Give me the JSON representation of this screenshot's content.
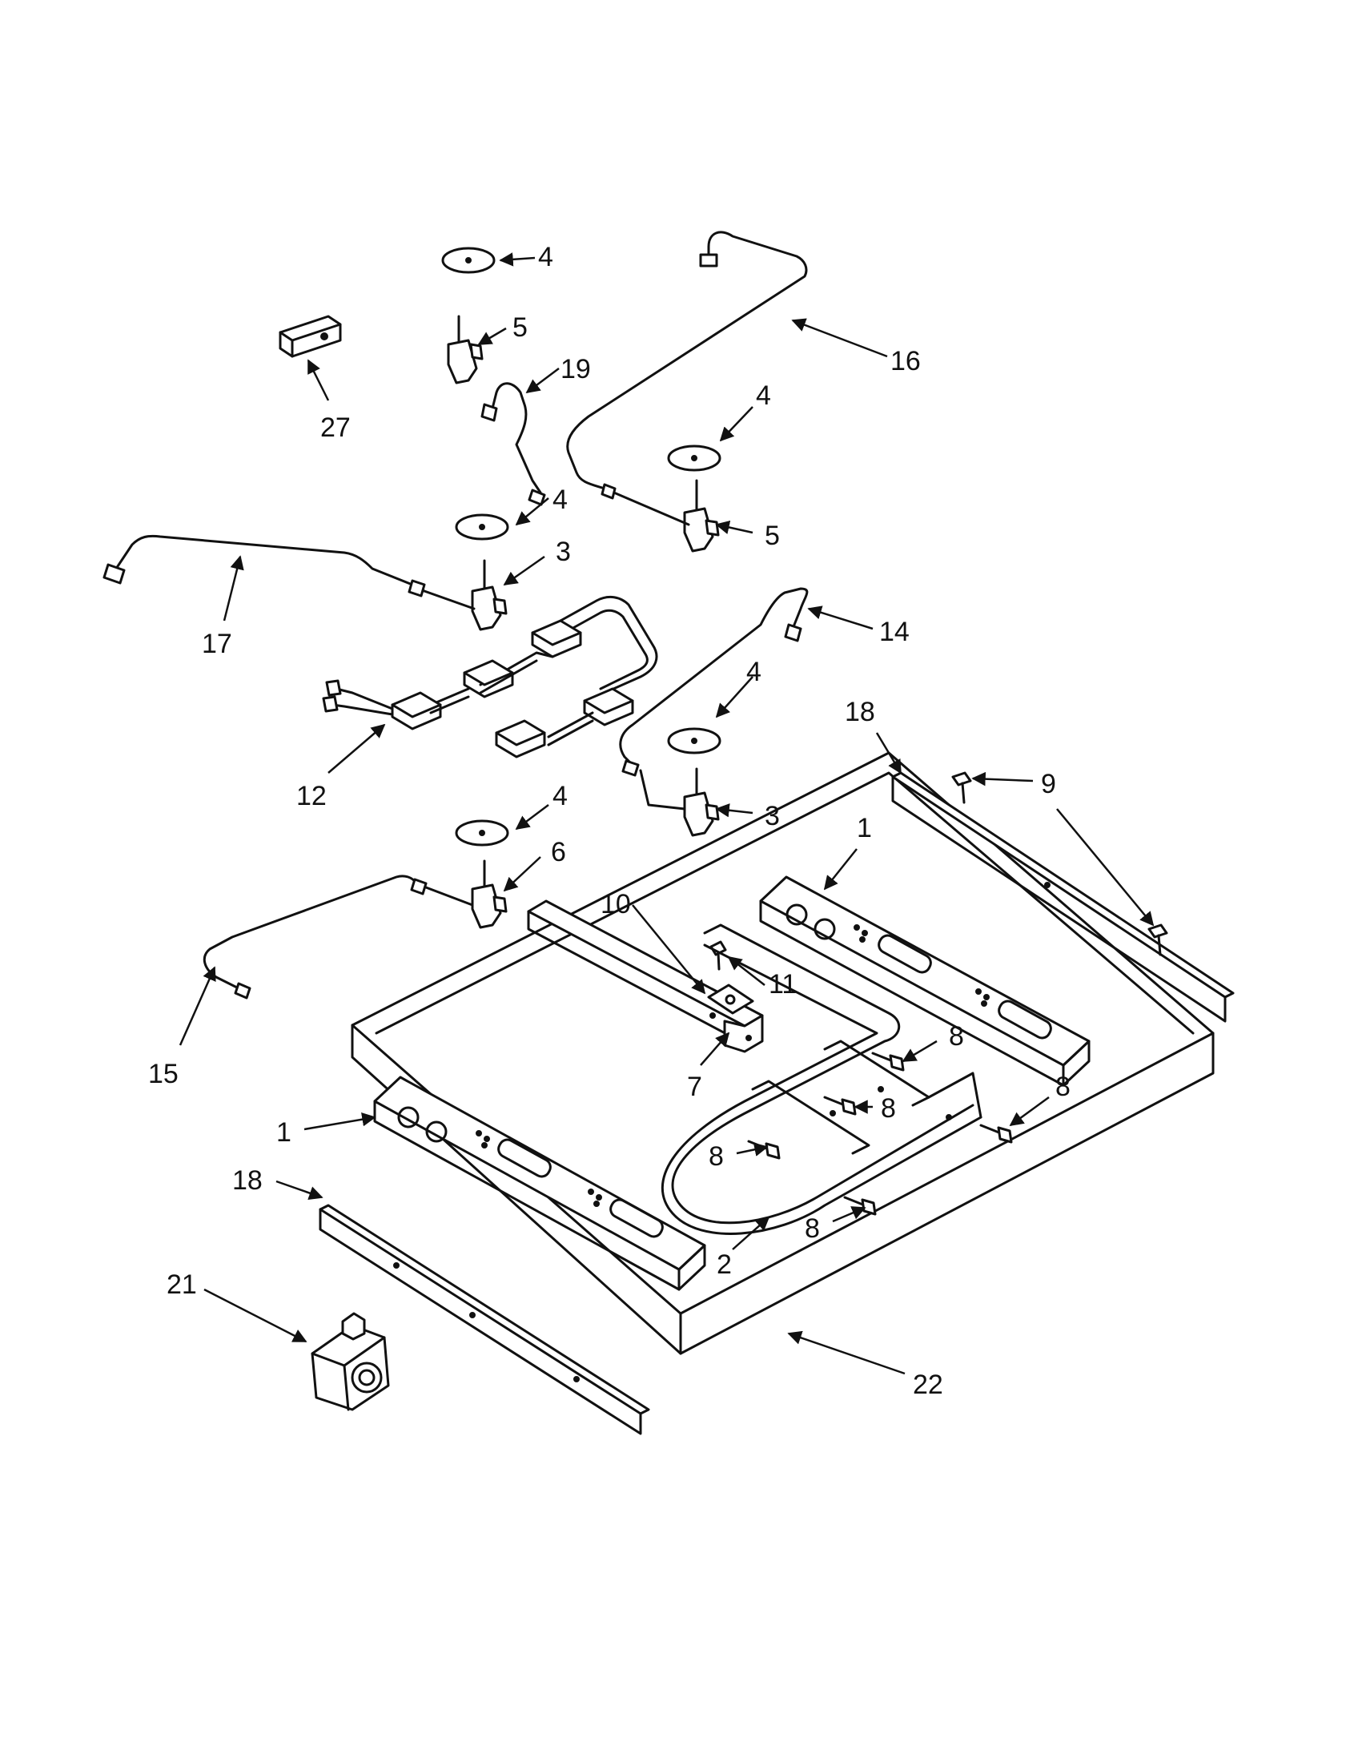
{
  "callouts": [
    {
      "id": "c4a",
      "label": "4"
    },
    {
      "id": "c5a",
      "label": "5"
    },
    {
      "id": "c16",
      "label": "16"
    },
    {
      "id": "c27",
      "label": "27"
    },
    {
      "id": "c19",
      "label": "19"
    },
    {
      "id": "c4b",
      "label": "4"
    },
    {
      "id": "c5b",
      "label": "5"
    },
    {
      "id": "c4c",
      "label": "4"
    },
    {
      "id": "c3a",
      "label": "3"
    },
    {
      "id": "c17",
      "label": "17"
    },
    {
      "id": "c14",
      "label": "14"
    },
    {
      "id": "c4d",
      "label": "4"
    },
    {
      "id": "c12",
      "label": "12"
    },
    {
      "id": "c18a",
      "label": "18"
    },
    {
      "id": "c9",
      "label": "9"
    },
    {
      "id": "c3b",
      "label": "3"
    },
    {
      "id": "c1a",
      "label": "1"
    },
    {
      "id": "c4e",
      "label": "4"
    },
    {
      "id": "c6",
      "label": "6"
    },
    {
      "id": "c10",
      "label": "10"
    },
    {
      "id": "c11",
      "label": "11"
    },
    {
      "id": "c8a",
      "label": "8"
    },
    {
      "id": "c8b",
      "label": "8"
    },
    {
      "id": "c8c",
      "label": "8"
    },
    {
      "id": "c15",
      "label": "15"
    },
    {
      "id": "c7",
      "label": "7"
    },
    {
      "id": "c1b",
      "label": "1"
    },
    {
      "id": "c8d",
      "label": "8"
    },
    {
      "id": "c18b",
      "label": "18"
    },
    {
      "id": "c8e",
      "label": "8"
    },
    {
      "id": "c2",
      "label": "2"
    },
    {
      "id": "c21",
      "label": "21"
    },
    {
      "id": "c22",
      "label": "22"
    }
  ]
}
